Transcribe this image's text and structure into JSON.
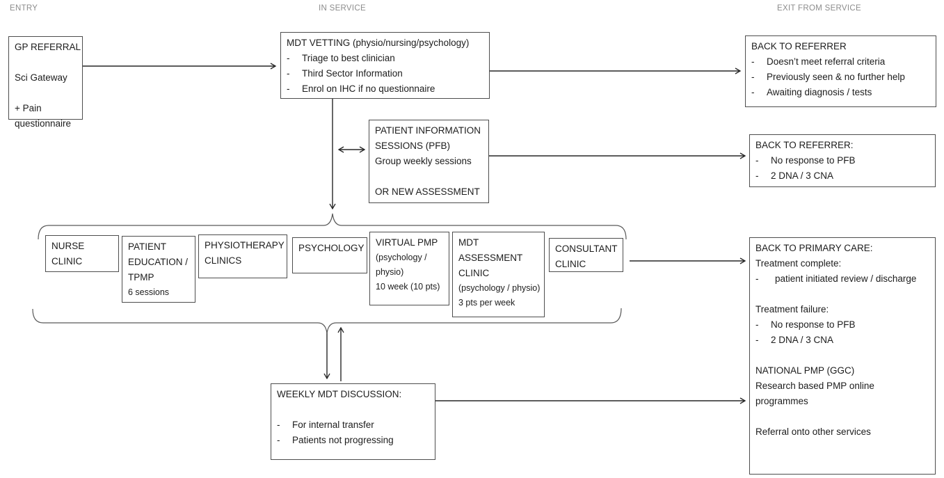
{
  "headers": {
    "entry": "ENTRY",
    "in_service": "IN SERVICE",
    "exit_from_service": "EXIT FROM SERVICE"
  },
  "ui": {
    "bullet_char": "-"
  },
  "colors": {
    "box_border": "#4d4d4d",
    "text": "#1c1c1c",
    "column_header": "#8c8c8c",
    "arrow": "#262626",
    "brace": "#595959"
  },
  "boxes": {
    "gp_referral": {
      "lines": [
        "GP REFERRAL",
        "",
        "Sci Gateway",
        "",
        "+ Pain",
        "questionnaire"
      ]
    },
    "mdt_vetting": {
      "title": "MDT VETTING (physio/nursing/psychology)",
      "bullets": [
        "Triage to best clinician",
        "Third Sector Information",
        "Enrol on IHC if no questionnaire"
      ]
    },
    "back_to_referrer_top": {
      "title": "BACK TO REFERRER",
      "bullets": [
        "Doesn’t meet referral criteria",
        "Previously seen & no further help",
        "Awaiting diagnosis / tests"
      ]
    },
    "patient_information_sessions": {
      "lines": [
        "PATIENT INFORMATION",
        "SESSIONS (PFB)",
        "Group weekly sessions",
        "",
        "OR NEW ASSESSMENT"
      ]
    },
    "back_to_referrer_mid": {
      "title": "BACK TO REFERRER:",
      "bullets": [
        "No response to PFB",
        "2 DNA / 3 CNA"
      ]
    },
    "nurse_clinic": {
      "lines": [
        "NURSE",
        "CLINIC"
      ]
    },
    "patient_education": {
      "lines": [
        "PATIENT",
        "EDUCATION /",
        "TPMP"
      ],
      "small": [
        "6 sessions"
      ]
    },
    "physiotherapy_clinics": {
      "lines": [
        "PHYSIOTHERAPY",
        "CLINICS"
      ]
    },
    "psychology": {
      "lines": [
        "PSYCHOLOGY"
      ]
    },
    "virtual_pmp": {
      "lines": [
        "VIRTUAL PMP"
      ],
      "small": [
        "(psychology /",
        "physio)",
        "10 week (10 pts)"
      ]
    },
    "mdt_assessment_clinic": {
      "lines": [
        "MDT",
        "ASSESSMENT",
        "CLINIC"
      ],
      "small": [
        "(psychology / physio)",
        "3 pts per week"
      ]
    },
    "consultant_clinic": {
      "lines": [
        "CONSULTANT",
        "CLINIC"
      ]
    },
    "back_to_primary_care": {
      "title": "BACK TO PRIMARY CARE:",
      "treatment_complete_label": "Treatment complete:",
      "treatment_complete_bullets": [
        "patient initiated review / discharge"
      ],
      "treatment_failure_label": "Treatment failure:",
      "treatment_failure_bullets": [
        "No response to PFB",
        "2 DNA / 3 CNA"
      ],
      "national_pmp_title": "NATIONAL PMP (GGC)",
      "national_pmp_lines": [
        "Research based PMP online",
        "programmes"
      ],
      "referral_note": "Referral onto other services"
    },
    "weekly_mdt_discussion": {
      "title": "WEEKLY MDT DISCUSSION:",
      "bullets": [
        "For internal transfer",
        "Patients not progressing"
      ]
    }
  }
}
